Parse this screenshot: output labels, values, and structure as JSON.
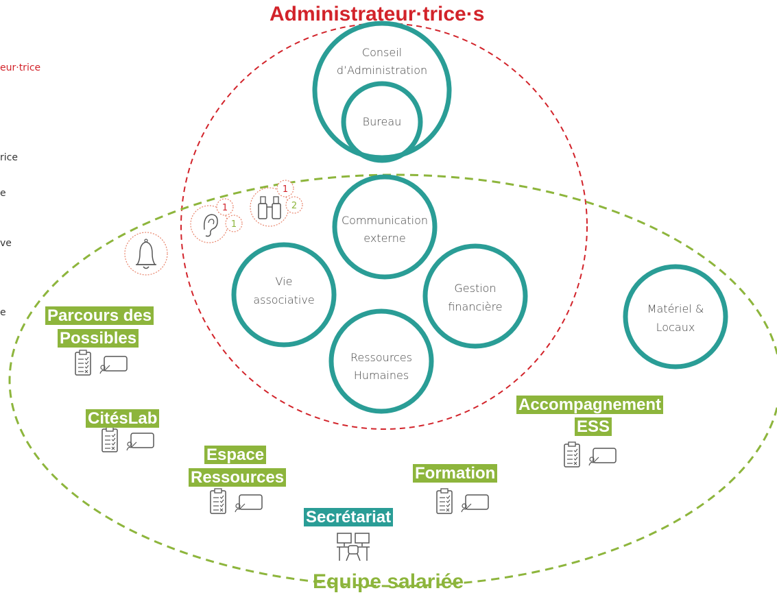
{
  "colors": {
    "teal": "#2a9d96",
    "green": "#8db53c",
    "red": "#d2232a",
    "orange": "#e8836a"
  },
  "titles": {
    "admin": "Administrateur·trice·s",
    "team": "Equipe salariée"
  },
  "left_fragments": [
    "eur·trice",
    "rice",
    "e",
    "ve",
    "e"
  ],
  "circles": {
    "conseil": [
      "Conseil",
      "d’Administration"
    ],
    "bureau": "Bureau",
    "communication": [
      "Communication",
      "externe"
    ],
    "vie": [
      "Vie",
      "associative"
    ],
    "gestion": [
      "Gestion",
      "financière"
    ],
    "rh": [
      "Ressources",
      "Humaines"
    ],
    "materiel": [
      "Matériel &",
      "Locaux"
    ]
  },
  "badges": {
    "ear_top": "1",
    "ear_bottom": "1",
    "bino_top": "1",
    "bino_bottom": "2"
  },
  "labels": {
    "parcours": [
      "Parcours des",
      "Possibles"
    ],
    "citeslab": [
      "CitésLab"
    ],
    "espace": [
      "Espace",
      "Ressources"
    ],
    "formation": [
      "Formation"
    ],
    "accompagnement": [
      "Accompagnement",
      "ESS"
    ],
    "secretariat": [
      "Secrétariat"
    ]
  },
  "icons": {
    "bell": "bell-icon",
    "ear": "ear-icon",
    "binoculars": "binoculars-icon",
    "checklist": "checklist-icon",
    "whiteboard": "whiteboard-icon",
    "workstations": "workstations-icon"
  }
}
